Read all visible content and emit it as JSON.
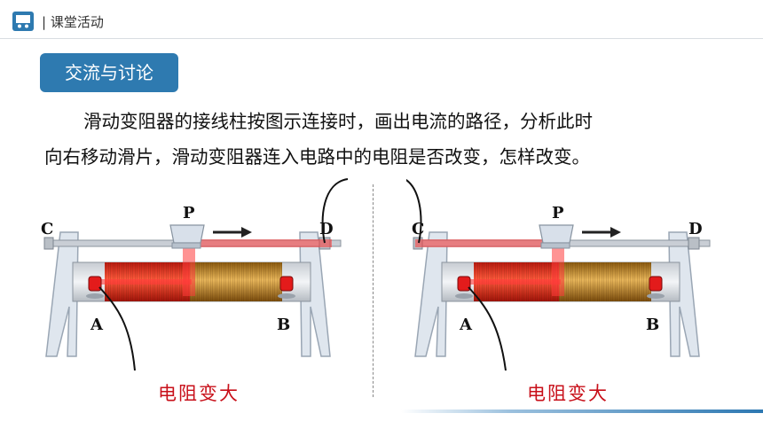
{
  "header": {
    "section_label": "| 课堂活动"
  },
  "tag_label": "交流与讨论",
  "question": {
    "line1": "滑动变阻器的接线柱按图示连接时，画出电流的路径，分析此时",
    "line2": "向右移动滑片，滑动变阻器连入电路中的电阻是否改变，怎样改变。"
  },
  "diagrams": [
    {
      "labels": {
        "C": "C",
        "P": "P",
        "D": "D",
        "A": "A",
        "B": "B"
      },
      "caption": "电阻变大"
    },
    {
      "labels": {
        "C": "C",
        "P": "P",
        "D": "D",
        "A": "A",
        "B": "B"
      },
      "caption": "电阻变大"
    }
  ],
  "colors": {
    "accent": "#2e7ab0",
    "caption": "#c8101a",
    "current_path": "#ff3b3b"
  }
}
